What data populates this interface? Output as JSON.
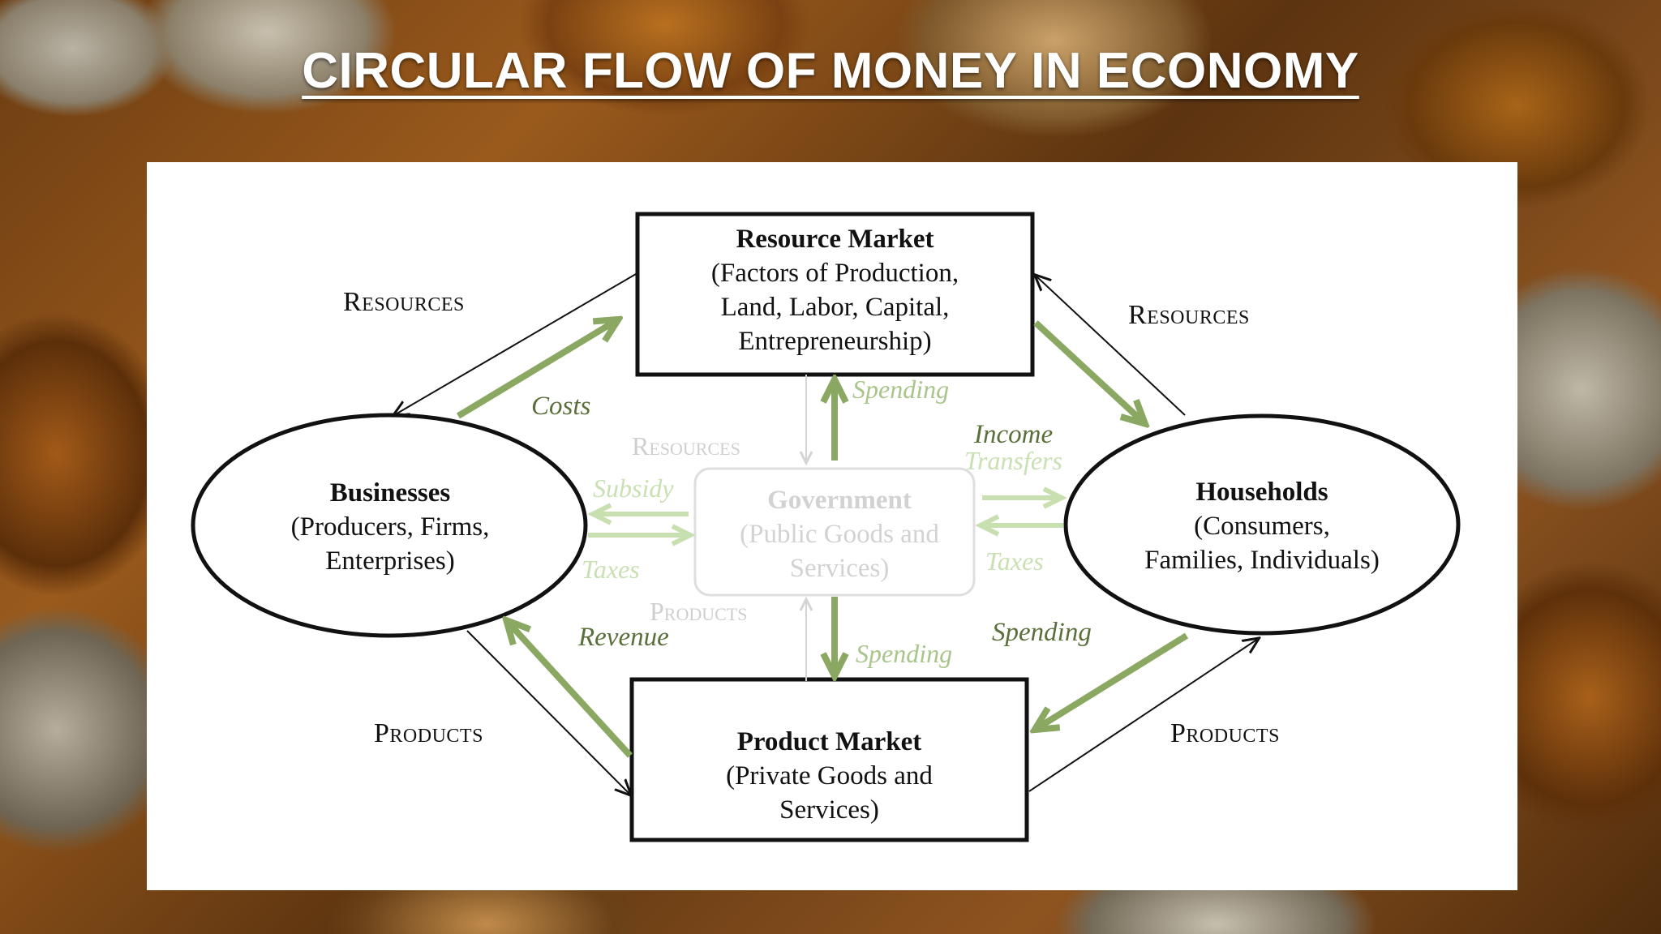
{
  "slide": {
    "title": "CIRCULAR FLOW OF MONEY IN ECONOMY"
  },
  "diagram": {
    "resource_market": {
      "title": "Resource Market",
      "subtitle_lines": [
        "(Factors of Production,",
        "Land, Labor, Capital,",
        "Entrepreneurship)"
      ]
    },
    "product_market": {
      "title": "Product Market",
      "subtitle_lines": [
        "(Private Goods and",
        "Services)"
      ]
    },
    "businesses": {
      "title": "Businesses",
      "subtitle_lines": [
        "(Producers, Firms,",
        "Enterprises)"
      ]
    },
    "households": {
      "title": "Households",
      "subtitle_lines": [
        "(Consumers,",
        "Families, Individuals)"
      ]
    },
    "government": {
      "title": "Government",
      "subtitle_lines": [
        "(Public Goods and",
        "Services)"
      ]
    },
    "labels": {
      "resources_left": "Resources",
      "resources_right": "Resources",
      "products_left": "Products",
      "products_right": "Products",
      "costs": "Costs",
      "income": "Income",
      "revenue": "Revenue",
      "spending_households": "Spending",
      "spending_gov_top": "Spending",
      "spending_gov_bottom": "Spending",
      "resources_gov": "Resources",
      "products_gov": "Products",
      "subsidy": "Subsidy",
      "taxes_left": "Taxes",
      "transfers": "Transfers",
      "taxes_right": "Taxes"
    },
    "colors": {
      "money_flow": "#8aa862",
      "money_flow_faded": "#c8e0b0",
      "real_flow": "#111111",
      "faded_gray": "#d4d4d4"
    }
  }
}
